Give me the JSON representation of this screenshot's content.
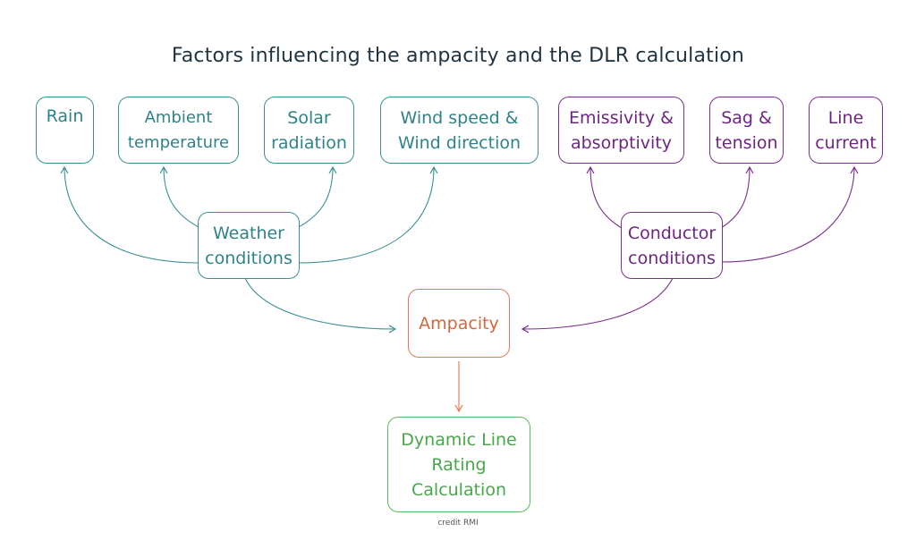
{
  "title": "Factors influencing the ampacity and the DLR calculation",
  "credit": "credit RMI",
  "colors": {
    "weather": "#3a8f94",
    "conductor": "#7a2f8c",
    "ampacity": "#e07a50",
    "dlr": "#5bb85b"
  },
  "weather_factors": {
    "rain": "Rain",
    "ambient": "Ambient\ntemperature",
    "solar": "Solar\nradiation",
    "wind": "Wind speed &\nWind direction"
  },
  "conductor_factors": {
    "emissivity": "Emissivity &\nabsorptivity",
    "sag": "Sag &\ntension",
    "current": "Line\ncurrent"
  },
  "weather_conditions": "Weather\nconditions",
  "conductor_conditions": "Conductor\nconditions",
  "ampacity": "Ampacity",
  "dlr": "Dynamic Line\nRating\nCalculation"
}
